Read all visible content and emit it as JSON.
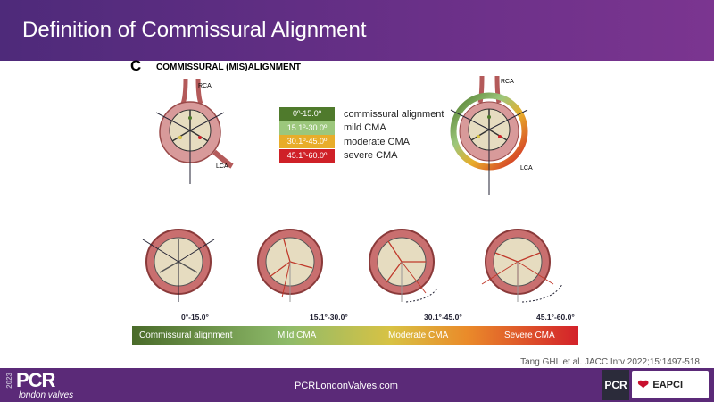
{
  "header": {
    "title": "Definition of Commissural Alignment"
  },
  "figure": {
    "panel_letter": "C",
    "title": "COMMISSURAL (MIS)ALIGNMENT",
    "top_labels": {
      "rca": "RCA",
      "lca": "LCA"
    },
    "legend": [
      {
        "range": "0º-15.0º",
        "label": "commissural alignment",
        "color": "#4f7a2c"
      },
      {
        "range": "15.1º-30.0º",
        "label": "mild CMA",
        "color": "#9cc77c"
      },
      {
        "range": "30.1º-45.0º",
        "label": "moderate CMA",
        "color": "#e8ad2a"
      },
      {
        "range": "45.1º-60.0º",
        "label": "severe CMA",
        "color": "#cf2027"
      }
    ],
    "angles": [
      "0°-15.0°",
      "15.1°-30.0°",
      "30.1°-45.0°",
      "45.1°-60.0°"
    ],
    "scale": [
      "Commissural alignment",
      "Mild CMA",
      "Moderate CMA",
      "Severe CMA"
    ]
  },
  "citation": "Tang GHL et al. JACC Intv 2022;15:1497-518",
  "footer": {
    "year": "2023",
    "brand": "PCR",
    "sub": "london valves",
    "url": "PCRLondonValves.com",
    "logo1": "PCR",
    "logo2": "EAPCI"
  }
}
